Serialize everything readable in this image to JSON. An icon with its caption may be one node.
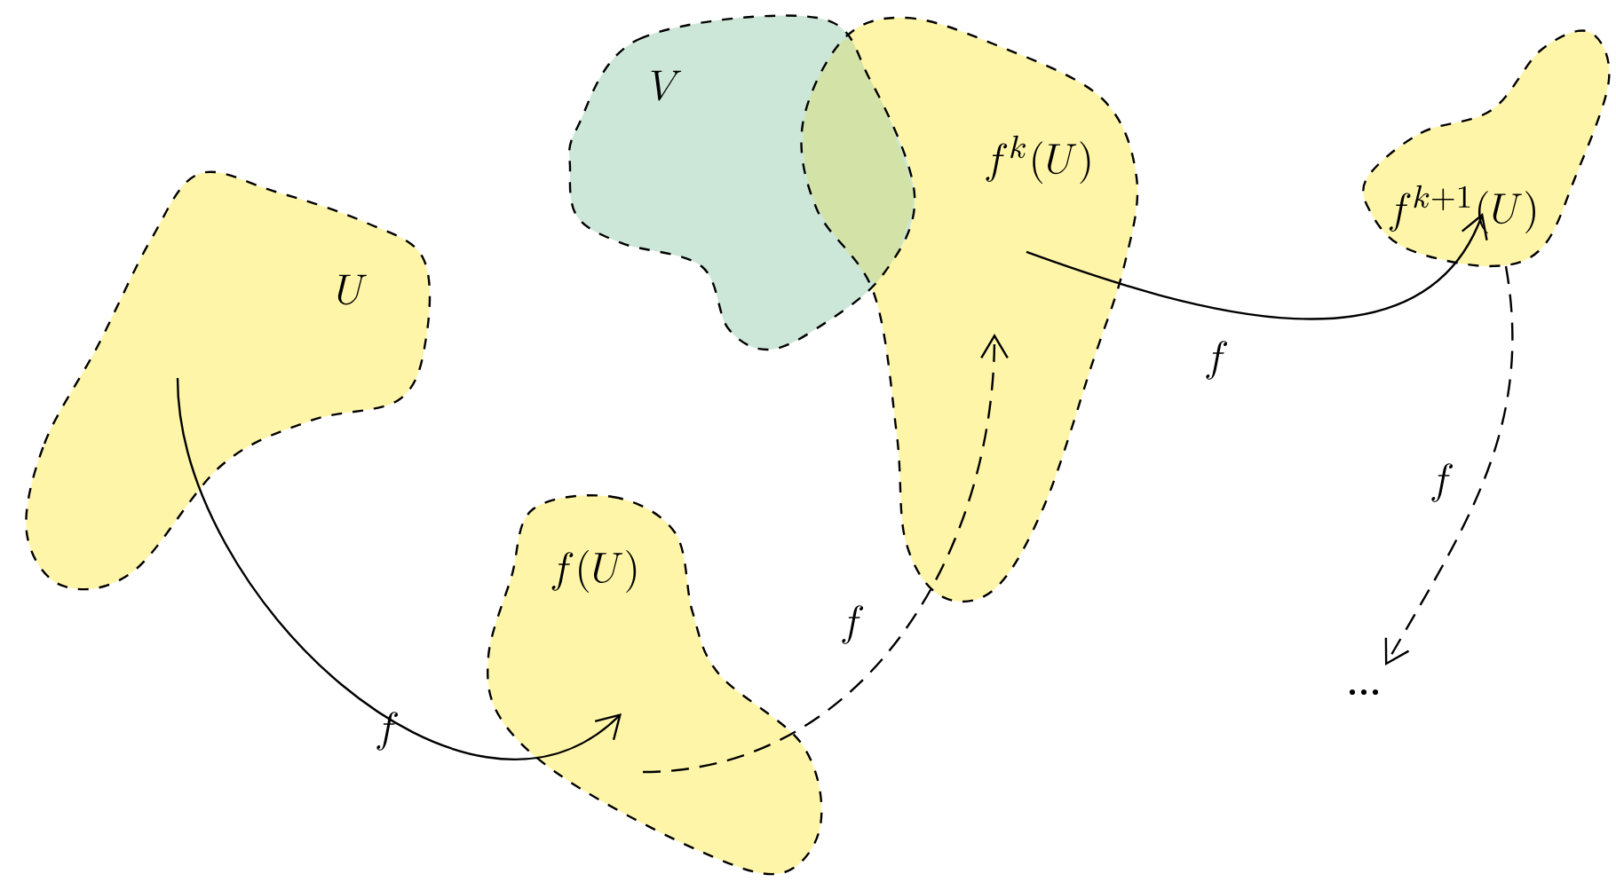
{
  "diagram": {
    "nodes": [
      {
        "text": [
          "U"
        ]
      },
      {
        "text": [
          "f(U)"
        ]
      },
      {
        "text": [
          "V"
        ]
      },
      {
        "text": [
          "f^{k}(U)"
        ]
      },
      {
        "text": [
          "f^{k+1}(U)"
        ]
      },
      {
        "text": [
          "..."
        ]
      }
    ],
    "edges": [
      {
        "from": 0,
        "to": 1,
        "arrow": "to",
        "label": "f"
      },
      {
        "from": 1,
        "to": 3,
        "arrow": "to",
        "label": "f",
        "style": "dashed"
      },
      {
        "from": 3,
        "to": 4,
        "arrow": "to",
        "label": "f"
      },
      {
        "from": 4,
        "to": 5,
        "arrow": "to",
        "label": "f",
        "style": "dashed"
      }
    ]
  }
}
